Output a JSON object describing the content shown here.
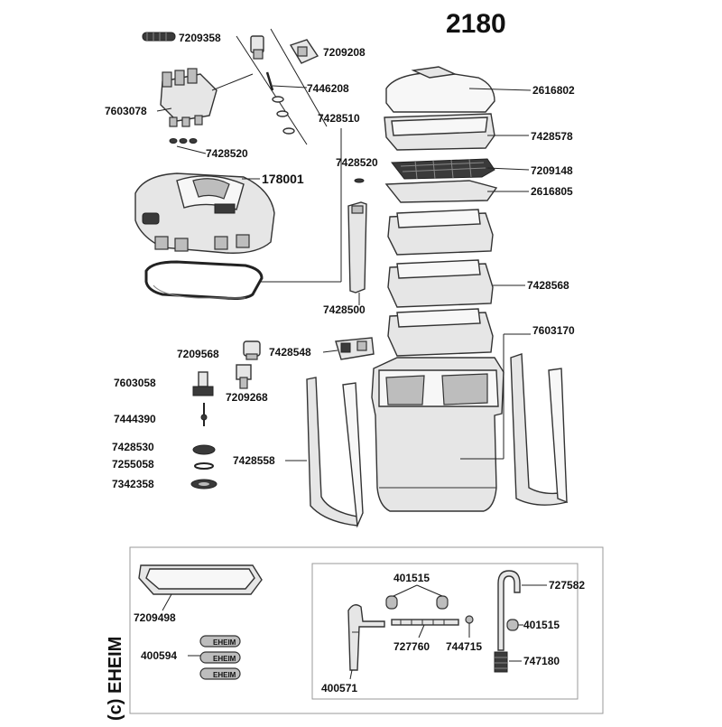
{
  "model_number": "2180",
  "brand": "(c) EHEIM",
  "parts": {
    "p7209358": "7209358",
    "p7209208": "7209208",
    "p7446208": "7446208",
    "p2616802": "2616802",
    "p7603078": "7603078",
    "p7428510": "7428510",
    "p7428578": "7428578",
    "p7428520a": "7428520",
    "p7428520b": "7428520",
    "p7209148": "7209148",
    "p178001": "178001",
    "p2616805": "2616805",
    "p7428568": "7428568",
    "p7428500": "7428500",
    "p7603170": "7603170",
    "p7209568": "7209568",
    "p7428548": "7428548",
    "p7603058": "7603058",
    "p7209268": "7209268",
    "p7444390": "7444390",
    "p7428530": "7428530",
    "p7255058": "7255058",
    "p7342358": "7342358",
    "p7428558": "7428558"
  },
  "accessories": {
    "p7209498": "7209498",
    "p400594": "400594",
    "p401515a": "401515",
    "p727582": "727582",
    "p401515b": "401515",
    "p400571": "400571",
    "p727760": "727760",
    "p744715": "744715",
    "p747180": "747180"
  },
  "sticker_text": "EHEIM"
}
